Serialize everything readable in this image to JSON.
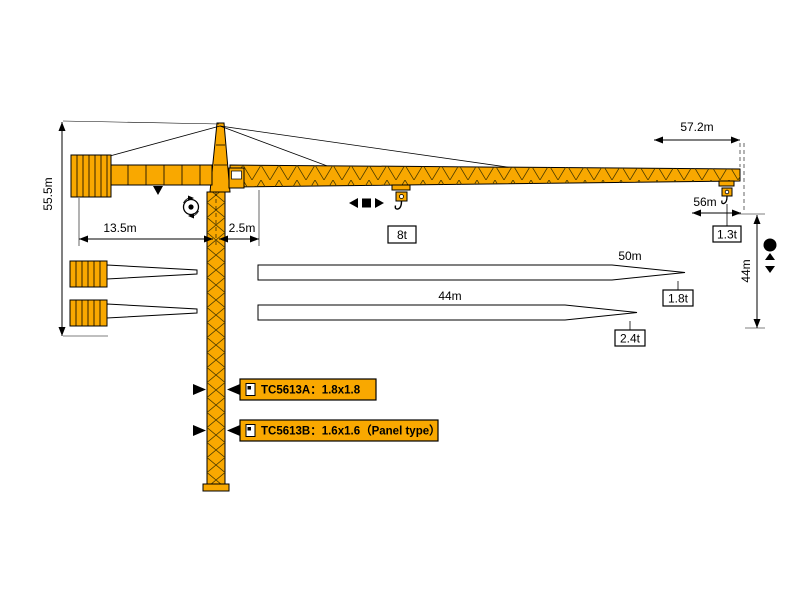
{
  "page": {
    "background": "#ffffff"
  },
  "diagram": {
    "type": "tower-crane-load-diagram",
    "colors": {
      "crane": "#F9A800",
      "outline": "#000000",
      "callout_bg": "#F9A800"
    },
    "dimensions": {
      "jib_radius_total": "57.2m",
      "tower_height": "55.5m",
      "counter_jib_length": "13.5m",
      "jib_root_offset": "2.5m",
      "tip_radius": "56m",
      "hook_height": "44m"
    },
    "loads": {
      "max_load": "8t",
      "tip_load": "1.3t"
    },
    "jib_variants": [
      {
        "length": "50m",
        "tip_load": "1.8t"
      },
      {
        "length": "44m",
        "tip_load": "2.4t"
      }
    ],
    "models": [
      {
        "label": "TC5613A：1.8x1.8"
      },
      {
        "label": "TC5613B：1.6x1.6（Panel type）"
      }
    ]
  }
}
